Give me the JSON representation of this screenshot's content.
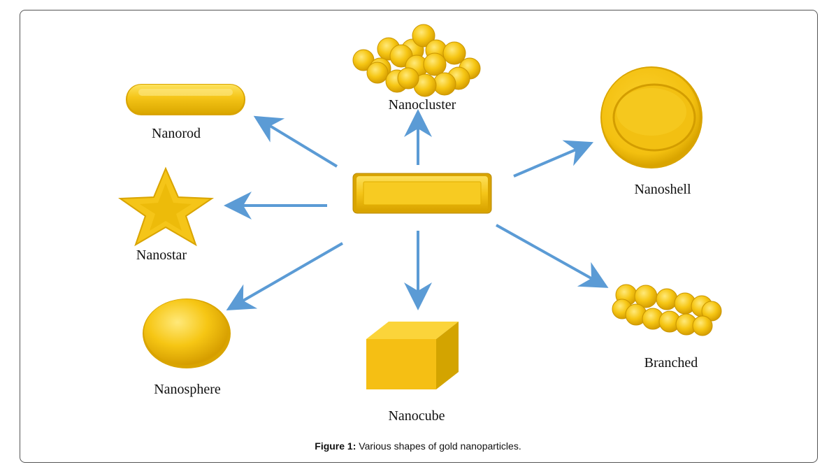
{
  "labels": {
    "nanorod": "Nanorod",
    "nanocluster": "Nanocluster",
    "nanoshell": "Nanoshell",
    "nanostar": "Nanostar",
    "nanosphere": "Nanosphere",
    "nanocube": "Nanocube",
    "branched": "Branched"
  },
  "caption": {
    "prefix": "Figure 1:",
    "text": " Various shapes of gold nanoparticles."
  },
  "colors": {
    "gold": "#f5c518",
    "gold_dark": "#d9a400",
    "arrow": "#5b9bd5"
  }
}
